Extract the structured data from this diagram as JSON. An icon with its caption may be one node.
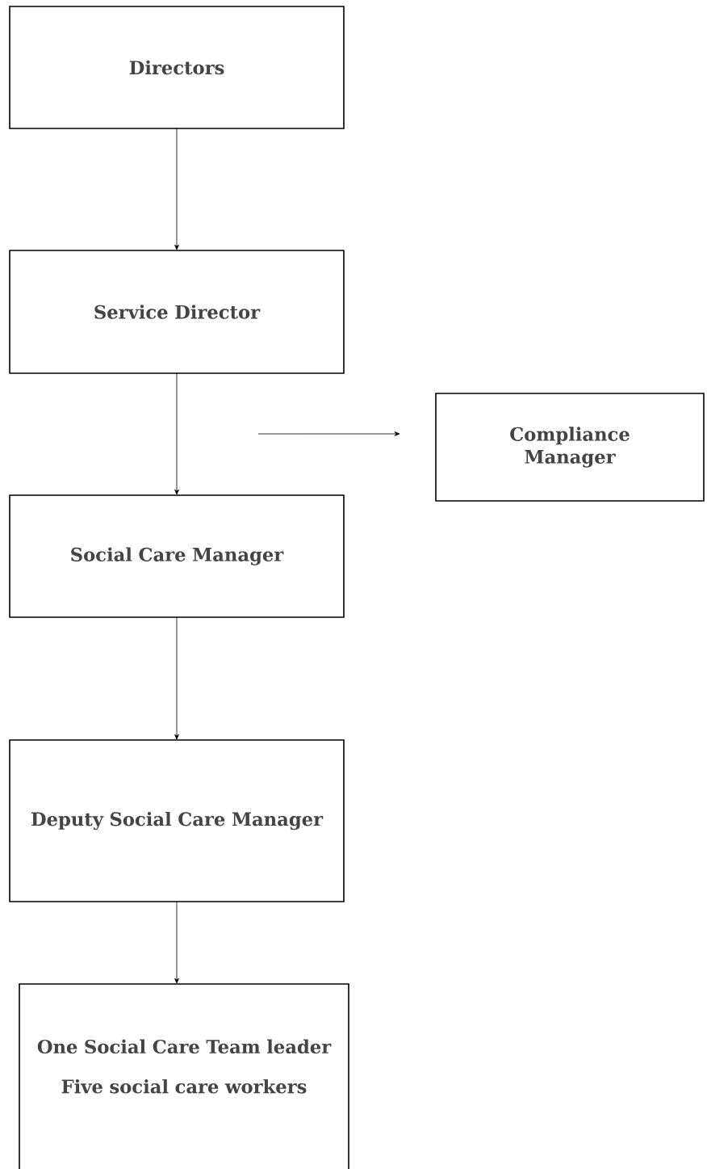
{
  "diagram": {
    "nodes": [
      {
        "text": [
          "Directors"
        ]
      },
      {
        "text": [
          "Service Director"
        ]
      },
      {
        "text": [
          "Compliance Manager"
        ]
      },
      {
        "text": [
          "Social Care Manager"
        ]
      },
      {
        "text": [
          "Deputy Social Care Manager"
        ]
      },
      {
        "text": [
          "One Social Care Team leader",
          "Five social care workers"
        ]
      }
    ],
    "edges": [
      {
        "from": 0,
        "to": 1,
        "arrow": "to"
      },
      {
        "from": 1,
        "to": 3,
        "arrow": "to"
      },
      {
        "from": 3,
        "to": 4,
        "arrow": "to"
      },
      {
        "from": 4,
        "to": 5,
        "arrow": "to"
      },
      {
        "from": null,
        "to": 2,
        "arrow": "to"
      }
    ]
  }
}
